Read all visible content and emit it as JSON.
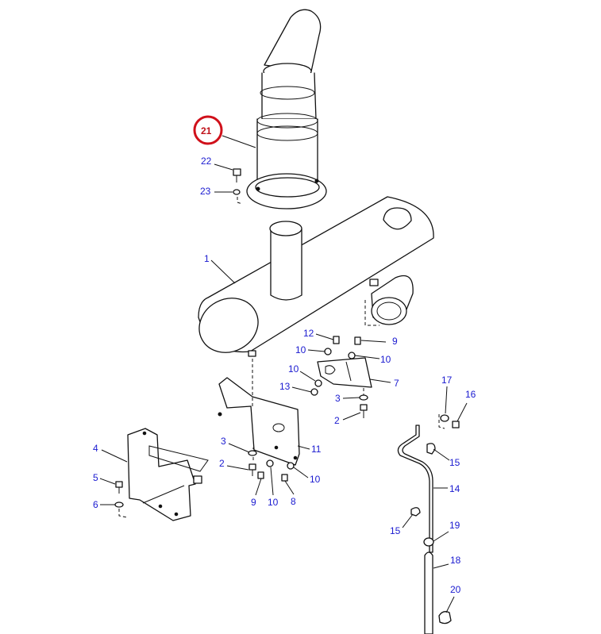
{
  "diagram": {
    "highlight_color": "#d0101a",
    "callout_color": "#1a1ad0",
    "highlighted_callout": "21",
    "callouts": [
      {
        "id": "c21",
        "text": "21"
      },
      {
        "id": "c22",
        "text": "22"
      },
      {
        "id": "c23",
        "text": "23"
      },
      {
        "id": "c1",
        "text": "1"
      },
      {
        "id": "c12",
        "text": "12"
      },
      {
        "id": "c9a",
        "text": "9"
      },
      {
        "id": "c10a",
        "text": "10"
      },
      {
        "id": "c10b",
        "text": "10"
      },
      {
        "id": "c10c",
        "text": "10"
      },
      {
        "id": "c7",
        "text": "7"
      },
      {
        "id": "c13",
        "text": "13"
      },
      {
        "id": "c3a",
        "text": "3"
      },
      {
        "id": "c2a",
        "text": "2"
      },
      {
        "id": "c17",
        "text": "17"
      },
      {
        "id": "c16",
        "text": "16"
      },
      {
        "id": "c15a",
        "text": "15"
      },
      {
        "id": "c4",
        "text": "4"
      },
      {
        "id": "c3b",
        "text": "3"
      },
      {
        "id": "c11",
        "text": "11"
      },
      {
        "id": "c2b",
        "text": "2"
      },
      {
        "id": "c10d",
        "text": "10"
      },
      {
        "id": "c9b",
        "text": "9"
      },
      {
        "id": "c10e",
        "text": "10"
      },
      {
        "id": "c8",
        "text": "8"
      },
      {
        "id": "c5",
        "text": "5"
      },
      {
        "id": "c6",
        "text": "6"
      },
      {
        "id": "c14",
        "text": "14"
      },
      {
        "id": "c15b",
        "text": "15"
      },
      {
        "id": "c19",
        "text": "19"
      },
      {
        "id": "c18",
        "text": "18"
      },
      {
        "id": "c20",
        "text": "20"
      }
    ]
  }
}
